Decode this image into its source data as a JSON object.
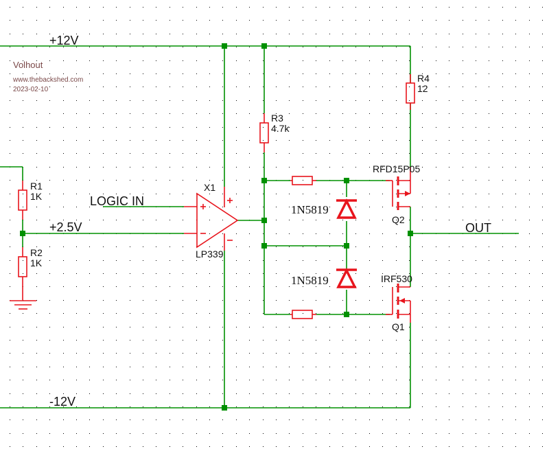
{
  "title_block": {
    "author": "Volhout",
    "website": "www.thebackshed.com",
    "date": "2023-02-10"
  },
  "nets": {
    "vpos": "+12V",
    "vneg": "-12V",
    "vref": "+2.5V",
    "logic_in": "LOGIC IN",
    "out": "OUT"
  },
  "components": {
    "R1": {
      "ref": "R1",
      "value": "1K"
    },
    "R2": {
      "ref": "R2",
      "value": "1K"
    },
    "R3": {
      "ref": "R3",
      "value": "4.7k"
    },
    "R4": {
      "ref": "R4",
      "value": "12"
    },
    "X1": {
      "ref": "X1",
      "value": "LP339",
      "plus": "+",
      "minus": "−"
    },
    "D1": {
      "value": "1N5819"
    },
    "D2": {
      "value": "1N5819"
    },
    "Q1": {
      "ref": "Q1",
      "value": "IRF530"
    },
    "Q2": {
      "ref": "Q2",
      "value": "RFD15P05"
    }
  },
  "colors": {
    "wire": "#009000",
    "component": "#e8141c",
    "title": "#7a4848",
    "grid_dot": "#000000"
  }
}
